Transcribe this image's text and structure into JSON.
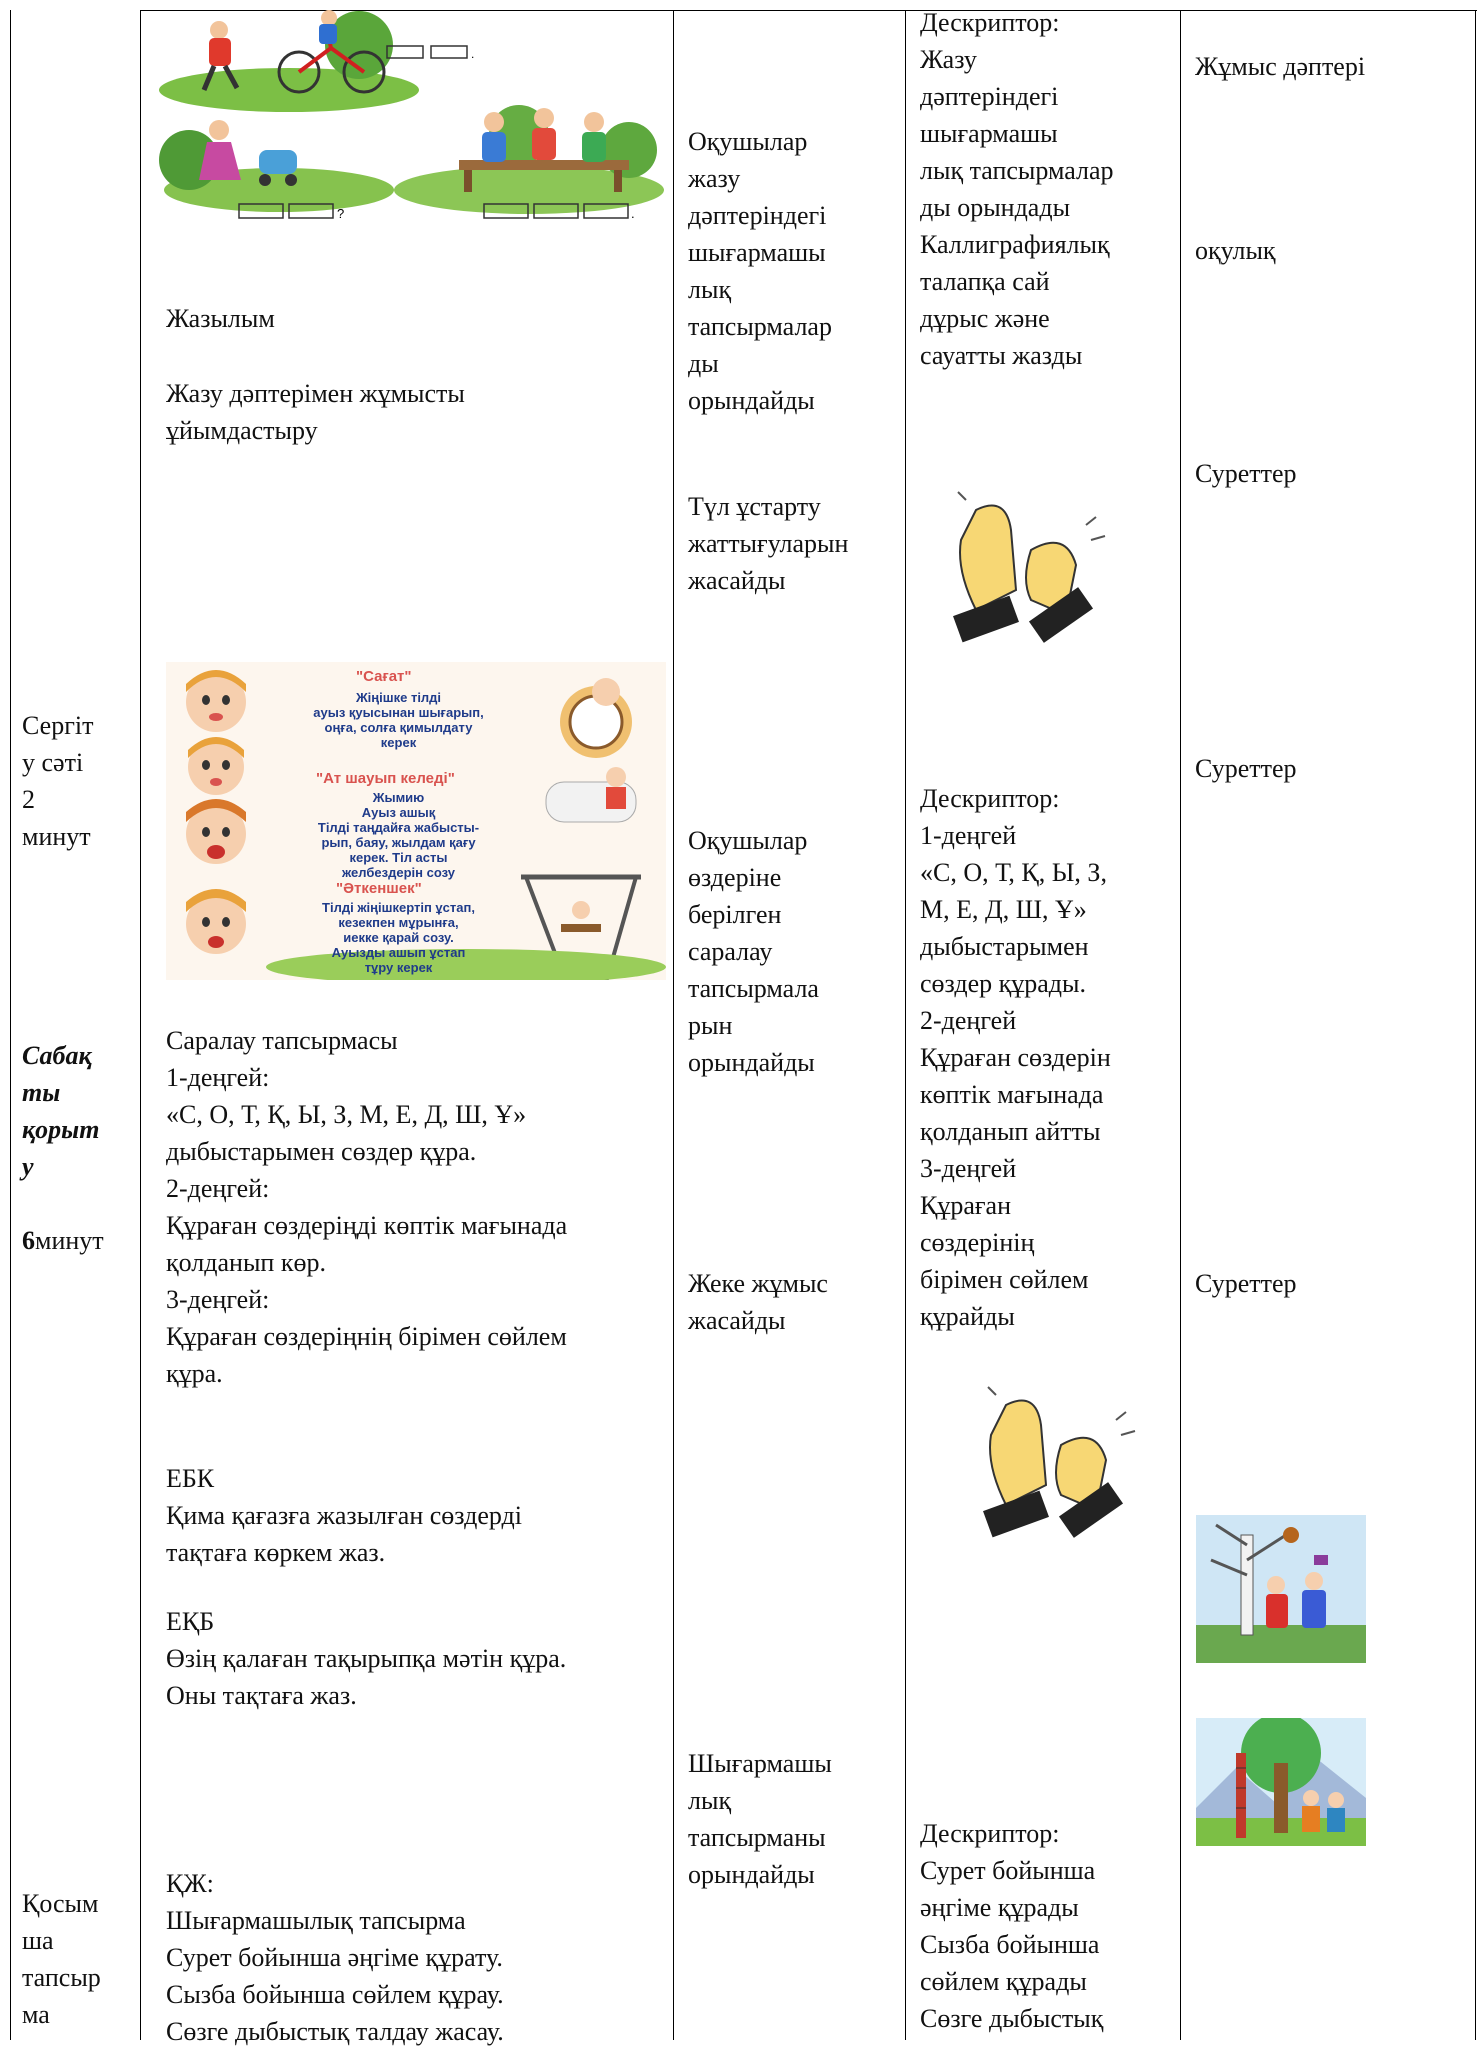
{
  "col1": {
    "refresh_break": "Сергіт\nу сәті\n2\nминут",
    "summary_bold": "Сабақ\nты\nқорыт\nу",
    "summary_num": "6",
    "summary_unit": "минут",
    "extra_task": "Қосым\nша\nтапсыр\nма"
  },
  "col2": {
    "writing_title": "Жазылым",
    "writing_desc": "Жазу дәптерімен жұмысты\nұйымдастыру",
    "diff_task": "Саралау тапсырмасы\n1-деңгей:\n«С, О, Т, Қ, Ы, З, М, Е, Д, Ш, Ұ»\nдыбыстарымен сөздер құра.\n2-деңгей:\nҚұраған сөздеріңді көптік мағынада\nқолданып көр.\n3-деңгей:\nҚұраған сөздеріңнің бірімен сөйлем\nқұра.",
    "ebk": "ЕБК\nҚима қағазға жазылған сөздерді\nтақтаға көркем жаз.",
    "ekb": "ЕҚБ\nӨзің қалаған тақырыпқа мәтін құра.\nОны тақтаға жаз.",
    "kzh": "ҚЖ:\nШығармашылық тапсырма\n Сурет  бойынша әңгіме құрату.\nСызба бойынша сөйлем құрау.\n Сөзге дыбыстық талдау жасау.",
    "poster_titles": [
      "\"Сағат\"",
      "\"Ат шауып келеді\"",
      "\"Әткеншек\""
    ],
    "poster_texts": [
      "Жіңішке тілді\nауыз қуысынан шығарып,\nоңға, солға қимылдату\nкерек",
      "Жымию\nАуыз ашық\nТілді таңдайға жабысты-\nрып, баяу, жылдам қағу\nкерек. Тіл асты\nжелбездерін созу",
      "Тілді жіңішкертіп ұстап,\nкезекпен мұрынға,\nиекке қарай созу.\nАуызды ашып ұстап\nтұру керек"
    ],
    "word_mark_1": ".",
    "word_mark_2": "?",
    "word_mark_3": "."
  },
  "col3": {
    "students_write": "Оқушылар\nжазу\nдәптеріндегі\nшығармашы\nлық\nтапсырмалар\nды\nорындайды",
    "breathing": "Түл ұстарту\nжаттығуларын\nжасайды",
    "students_diff": "Оқушылар\nөздеріне\nберілген\nсаралау\nтапсырмала\nрын\nорындайды",
    "individual": "Жеке жұмыс\nжасайды",
    "creative": "Шығармашы\nлық\nтапсырманы\nорындайды"
  },
  "col4": {
    "desc1": "Дескриптор:\n Жазу\nдәптеріндегі\nшығармашы\nлық тапсырмалар\nды орындады\nКаллиграфиялық\nталапқа сай\nдұрыс және\nсауатты жазды",
    "desc2": "Дескриптор:\n1-деңгей\n «С, О, Т, Қ, Ы, З,\nМ, Е, Д, Ш, Ұ»\nдыбыстарымен\nсөздер құрады.\n2-деңгей\n Құраған сөздерін\nкөптік мағынада\nқолданып айтты\n3-деңгей\nҚұраған\nсөздерінің\nбірімен сөйлем\nқұрайды",
    "desc3": "Дескриптор:\nСурет  бойынша\nәңгіме құрады\n  Сызба бойынша\nсөйлем құрады\n  Сөзге дыбыстық"
  },
  "col5": {
    "workbook": "Жұмыс дәптері",
    "textbook": "оқулық",
    "pictures_1": "Суреттер",
    "pictures_2": "Суреттер",
    "pictures_3": "Суреттер"
  }
}
